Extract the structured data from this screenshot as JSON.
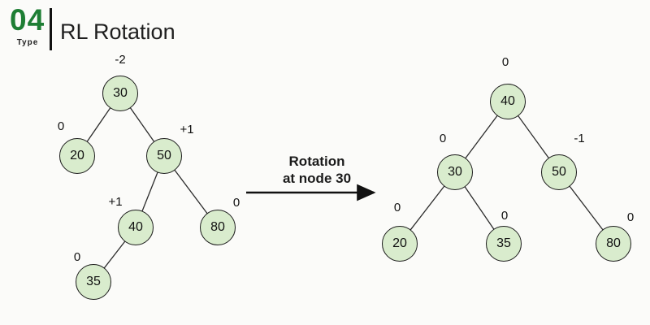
{
  "header": {
    "number": "04",
    "type_label": "Type",
    "title": "RL Rotation"
  },
  "arrow": {
    "line1": "Rotation",
    "line2": "at node 30"
  },
  "colors": {
    "accent": "#1e7e34",
    "node_fill": "#d9eccd",
    "node_stroke": "#1a1a1a"
  },
  "trees": {
    "before": {
      "name": "before-rotation",
      "nodes": [
        {
          "value": "30",
          "bf": "-2"
        },
        {
          "value": "20",
          "bf": "0"
        },
        {
          "value": "50",
          "bf": "+1"
        },
        {
          "value": "40",
          "bf": "+1"
        },
        {
          "value": "80",
          "bf": "0"
        },
        {
          "value": "35",
          "bf": "0"
        }
      ],
      "edges": [
        [
          "30",
          "20"
        ],
        [
          "30",
          "50"
        ],
        [
          "50",
          "40"
        ],
        [
          "50",
          "80"
        ],
        [
          "40",
          "35"
        ]
      ]
    },
    "after": {
      "name": "after-rotation",
      "nodes": [
        {
          "value": "40",
          "bf": "0"
        },
        {
          "value": "30",
          "bf": "0"
        },
        {
          "value": "50",
          "bf": "-1"
        },
        {
          "value": "20",
          "bf": "0"
        },
        {
          "value": "35",
          "bf": "0"
        },
        {
          "value": "80",
          "bf": "0"
        }
      ],
      "edges": [
        [
          "40",
          "30"
        ],
        [
          "40",
          "50"
        ],
        [
          "30",
          "20"
        ],
        [
          "30",
          "35"
        ],
        [
          "50",
          "80"
        ]
      ]
    }
  }
}
